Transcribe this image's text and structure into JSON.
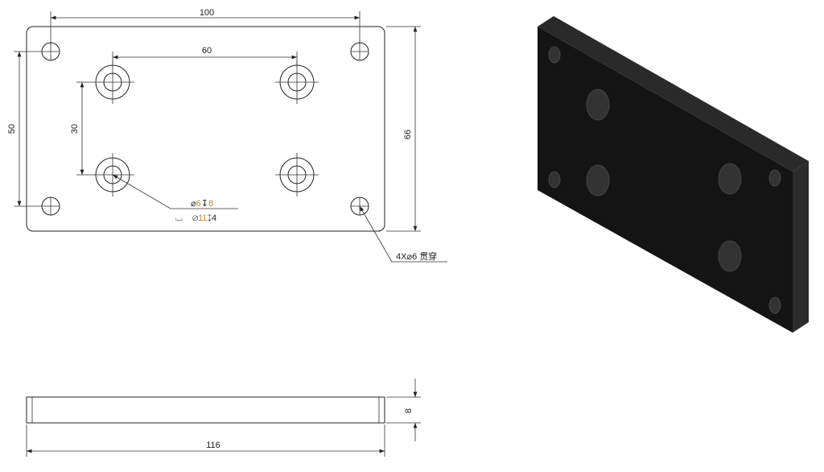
{
  "top_view": {
    "dim_width": "100",
    "dim_hole_spacing_x": "60",
    "dim_hole_spacing_y": "30",
    "dim_corner_spacing_y": "50",
    "dim_height": "66",
    "callout_counterbore": {
      "line1_symbol": "⌀",
      "line1_diameter": "6",
      "line1_depth_symbol": "↧",
      "line1_depth": "8",
      "line2_cbore_symbol": "⌴",
      "line2_symbol": "⌀",
      "line2_diameter": "11",
      "line2_depth_symbol": "↧",
      "line2_depth": "4"
    },
    "callout_through": "4X⌀6 贯穿"
  },
  "side_view": {
    "dim_thickness": "8",
    "dim_length": "116"
  },
  "colors": {
    "line": "#222222",
    "part": "#1a1a1a",
    "callout_accent": "#c98a2a"
  }
}
